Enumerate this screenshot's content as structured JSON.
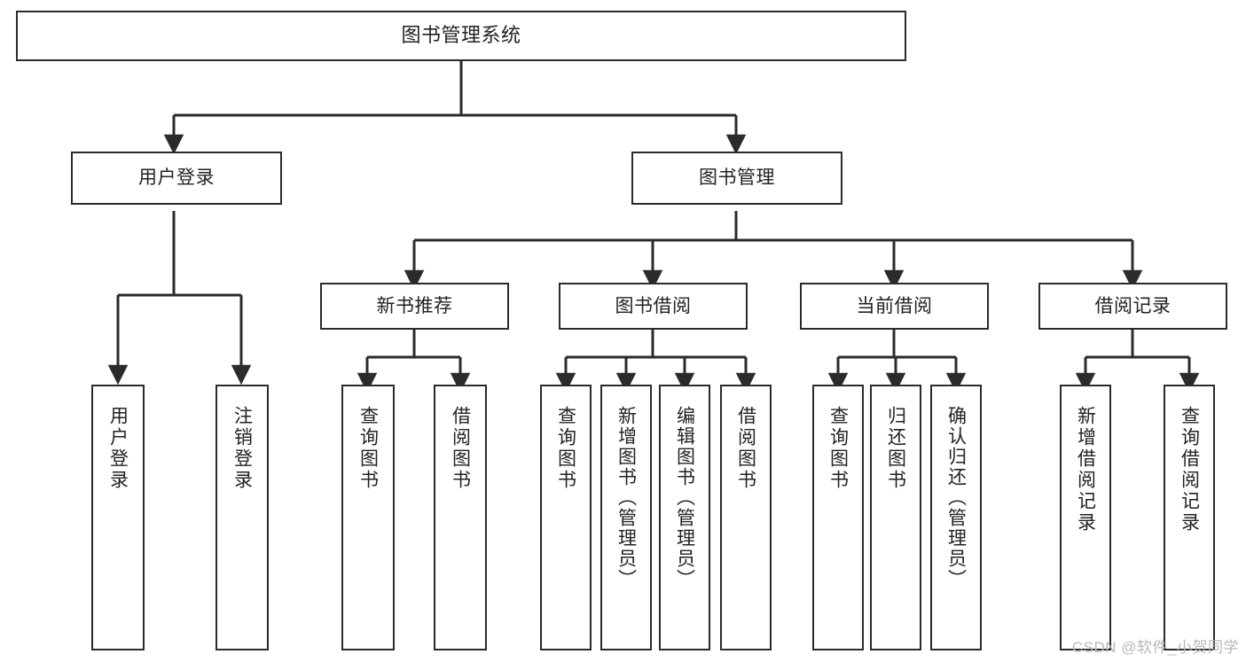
{
  "diagram": {
    "title": "图书管理系统",
    "type": "tree-hierarchy-chart",
    "watermark": "CSDN @软件_小贺同学",
    "colors": {
      "box_border": "#2b2b2b",
      "box_fill": "#ffffff",
      "connector": "#2b2b2b",
      "text": "#222222",
      "watermark": "#b8b8b8",
      "background": "#ffffff"
    },
    "levels": {
      "root": {
        "label": "图书管理系统"
      },
      "level2": [
        {
          "id": "user-login",
          "label": "用户登录"
        },
        {
          "id": "book-manage",
          "label": "图书管理"
        }
      ],
      "level3": [
        {
          "id": "new-book-recommend",
          "label": "新书推荐",
          "parent": "book-manage"
        },
        {
          "id": "book-borrow",
          "label": "图书借阅",
          "parent": "book-manage"
        },
        {
          "id": "current-borrow",
          "label": "当前借阅",
          "parent": "book-manage"
        },
        {
          "id": "borrow-record",
          "label": "借阅记录",
          "parent": "book-manage"
        }
      ],
      "leaves": {
        "user-login": [
          {
            "id": "leaf-user-login",
            "label": "用户登录"
          },
          {
            "id": "leaf-user-logout",
            "label": "注销登录"
          }
        ],
        "new-book-recommend": [
          {
            "id": "leaf-query-book-1",
            "label": "查询图书"
          },
          {
            "id": "leaf-borrow-book-1",
            "label": "借阅图书"
          }
        ],
        "book-borrow": [
          {
            "id": "leaf-query-book-2",
            "label": "查询图书"
          },
          {
            "id": "leaf-add-book",
            "label": "新增图书（管理员）"
          },
          {
            "id": "leaf-edit-book",
            "label": "编辑图书（管理员）"
          },
          {
            "id": "leaf-borrow-book-2",
            "label": "借阅图书"
          }
        ],
        "current-borrow": [
          {
            "id": "leaf-query-book-3",
            "label": "查询图书"
          },
          {
            "id": "leaf-return-book",
            "label": "归还图书"
          },
          {
            "id": "leaf-confirm-return",
            "label": "确认归还（管理员）"
          }
        ],
        "borrow-record": [
          {
            "id": "leaf-add-record",
            "label": "新增借阅记录"
          },
          {
            "id": "leaf-query-record",
            "label": "查询借阅记录"
          }
        ]
      }
    }
  }
}
